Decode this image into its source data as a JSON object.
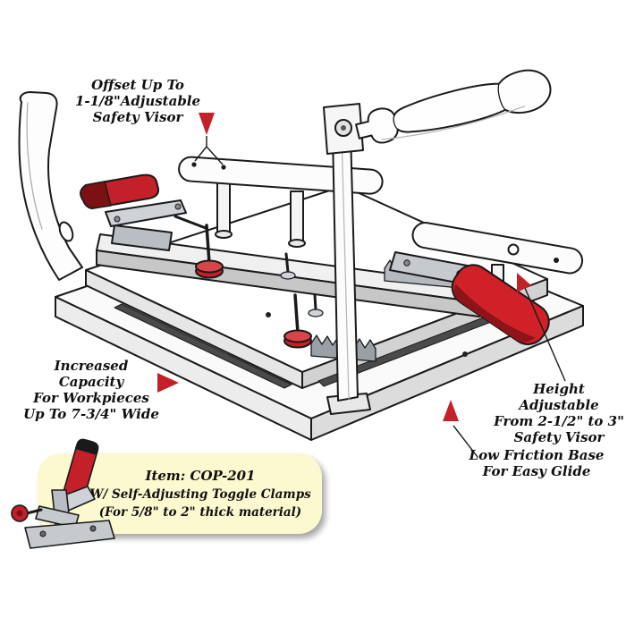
{
  "colors": {
    "background": "#ffffff",
    "accent_red": "#c4202a",
    "dark_red": "#7c1114",
    "outline": "#1a1a1a",
    "metal_gray": "#c4c8cd",
    "callout_box_bg": "#fcf8cf"
  },
  "annotations": {
    "offset": {
      "lines": [
        "Offset Up To",
        "1-1/8\"Adjustable",
        "Safety Visor"
      ]
    },
    "capacity": {
      "lines": [
        "Increased Capacity",
        "For Workpieces",
        "Up To 7-3/4\" Wide"
      ]
    },
    "height": {
      "lines": [
        "Height Adjustable",
        "From 2-1/2\" to 3\"",
        "Safety Visor"
      ]
    },
    "glide": {
      "lines": [
        "Low Friction Base",
        "For Easy Glide"
      ]
    }
  },
  "item_box": {
    "title": "Item: COP-201",
    "subtitle": "W/ Self-Adjusting Toggle Clamps",
    "note": "(For 5/8\" to 2\" thick material)"
  }
}
